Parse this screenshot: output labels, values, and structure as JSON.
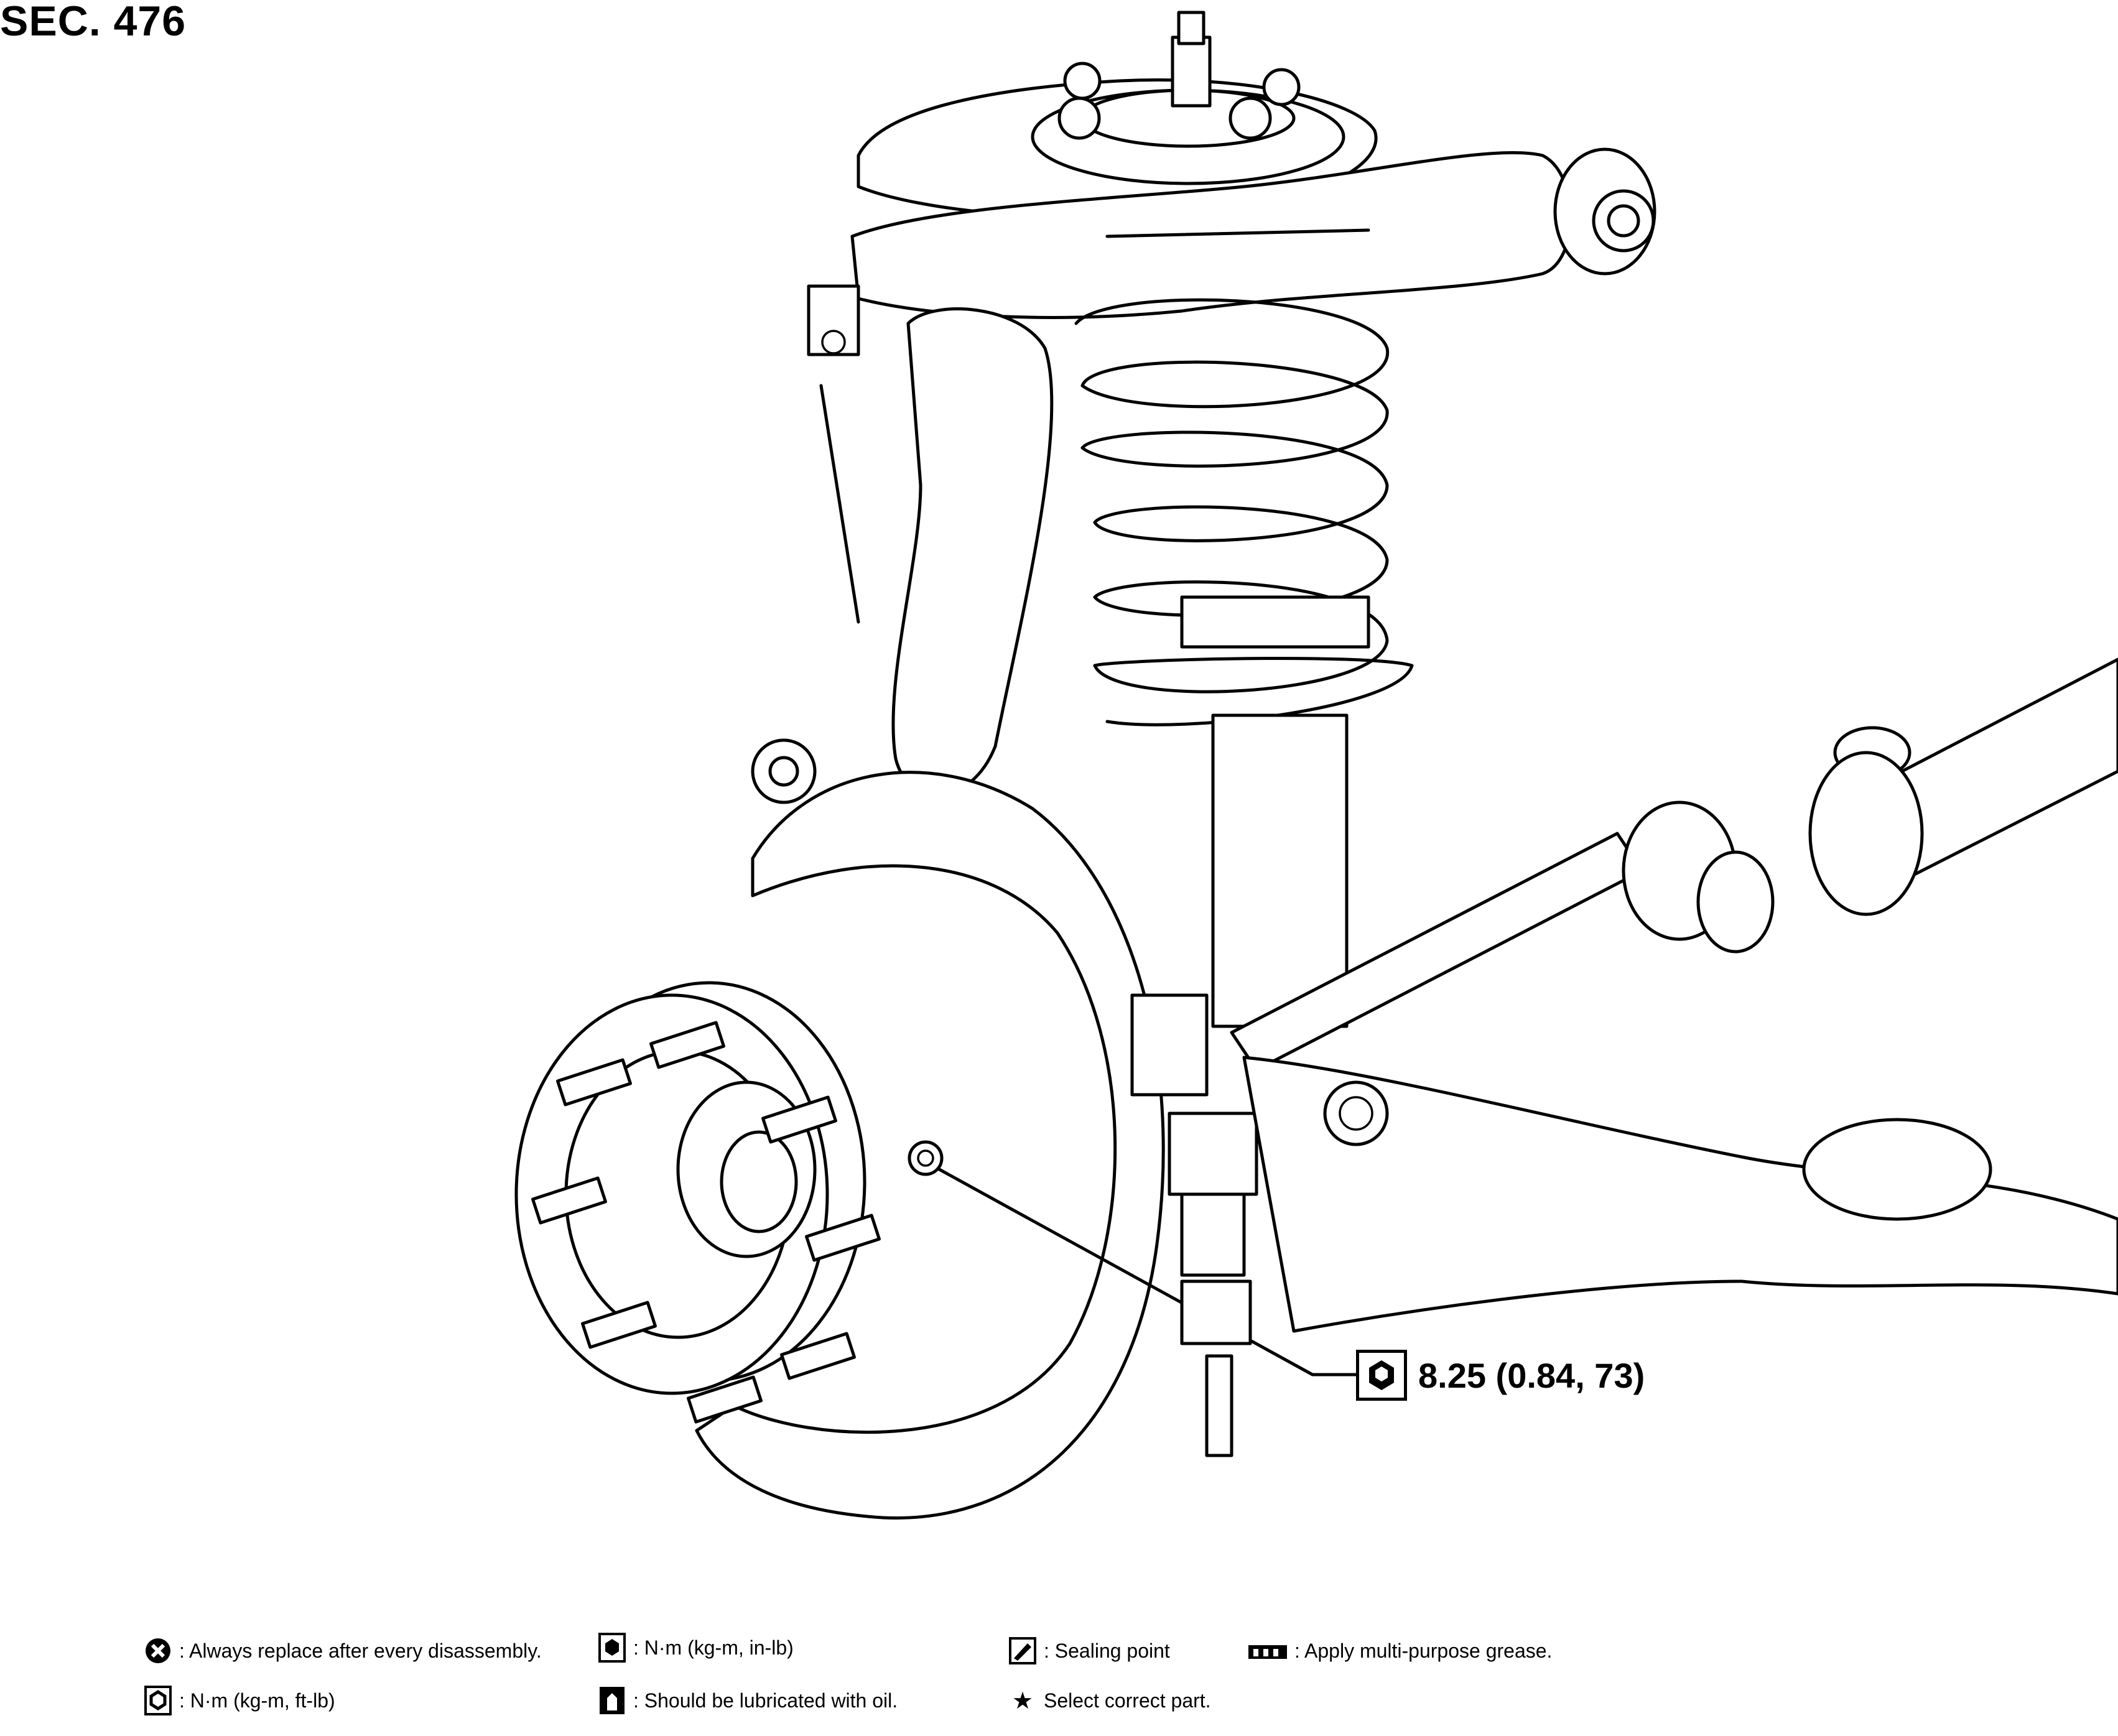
{
  "section_title": "SEC. 476",
  "callouts": [
    {
      "icon": "torque-wrench-icon",
      "value": "8.25 (0.84, 73)"
    }
  ],
  "legend": [
    {
      "icon": "replace-part-icon",
      "text": ": Always replace after every disassembly."
    },
    {
      "icon": "torque-in-lb-icon",
      "text": ": N·m (kg-m, in-lb)"
    },
    {
      "icon": "sealing-point-icon",
      "text": ": Sealing point"
    },
    {
      "icon": "grease-icon",
      "text": ": Apply multi-purpose grease."
    },
    {
      "icon": "torque-ft-lb-icon",
      "text": ": N·m (kg-m, ft-lb)"
    },
    {
      "icon": "oil-lubricate-icon",
      "text": ": Should be lubricated with oil."
    },
    {
      "icon": "select-part-star-icon",
      "text": "Select correct part."
    }
  ]
}
